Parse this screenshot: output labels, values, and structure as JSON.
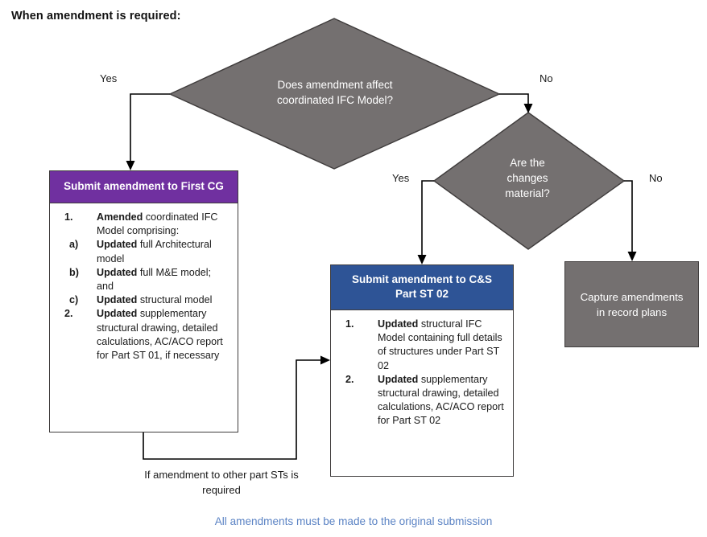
{
  "page": {
    "title": "When amendment is required:",
    "footer_note": "All amendments must be made to the original submission"
  },
  "colors": {
    "decision_fill": "#747070",
    "shape_stroke": "#3f3c3c",
    "purple_header": "#7030A0",
    "blue_header": "#2E5496",
    "footer_text": "#5B83C4",
    "connector": "#000000",
    "body_text": "#1a1a1a"
  },
  "decisions": [
    {
      "id": "affects-ifc-model",
      "text": "Does amendment affect\ncoordinated IFC Model?",
      "yes_label": "Yes",
      "no_label": "No"
    },
    {
      "id": "changes-material",
      "text": "Are the\nchanges\nmaterial?",
      "yes_label": "Yes",
      "no_label": "No"
    }
  ],
  "boxes": {
    "first_cg": {
      "header": "Submit amendment to First CG",
      "items": [
        {
          "marker": "1.",
          "lead": "Amended",
          "rest": " coordinated IFC Model comprising:",
          "subitems": [
            {
              "marker": "a)",
              "lead": "Updated",
              "rest": " full Architectural model"
            },
            {
              "marker": "b)",
              "lead": "Updated",
              "rest": " full M&E model; and"
            },
            {
              "marker": "c)",
              "lead": "Updated",
              "rest": " structural model"
            }
          ]
        },
        {
          "marker": "2.",
          "lead": "Updated",
          "rest": " supplementary structural drawing, detailed calculations, AC/ACO report for Part ST 01, if necessary",
          "subitems": []
        }
      ]
    },
    "cs_st02": {
      "header": "Submit amendment to C&S\nPart ST 02",
      "items": [
        {
          "marker": "1.",
          "lead": "Updated",
          "rest": " structural IFC Model containing full details of structures under Part ST 02",
          "subitems": []
        },
        {
          "marker": "2.",
          "lead": "Updated",
          "rest": " supplementary structural drawing, detailed calculations, AC/ACO report for Part ST 02",
          "subitems": []
        }
      ]
    },
    "capture": {
      "text": "Capture amendments\nin record plans"
    }
  },
  "connectors": {
    "loopback_caption": "If amendment to other part STs is\nrequired"
  }
}
